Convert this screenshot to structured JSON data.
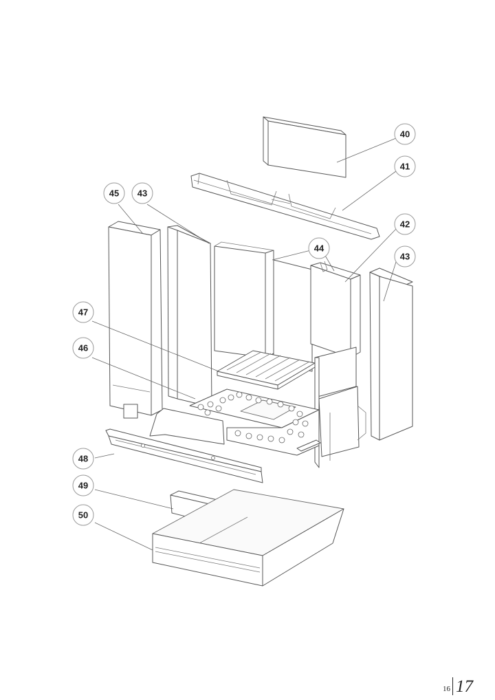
{
  "callouts": {
    "c40": "40",
    "c41": "41",
    "c42": "42",
    "c43a": "43",
    "c43b": "43",
    "c44": "44",
    "c45": "45",
    "c46": "46",
    "c47": "47",
    "c48": "48",
    "c49": "49",
    "c50": "50"
  },
  "pagination": {
    "left_page": "16",
    "right_page": "17"
  }
}
